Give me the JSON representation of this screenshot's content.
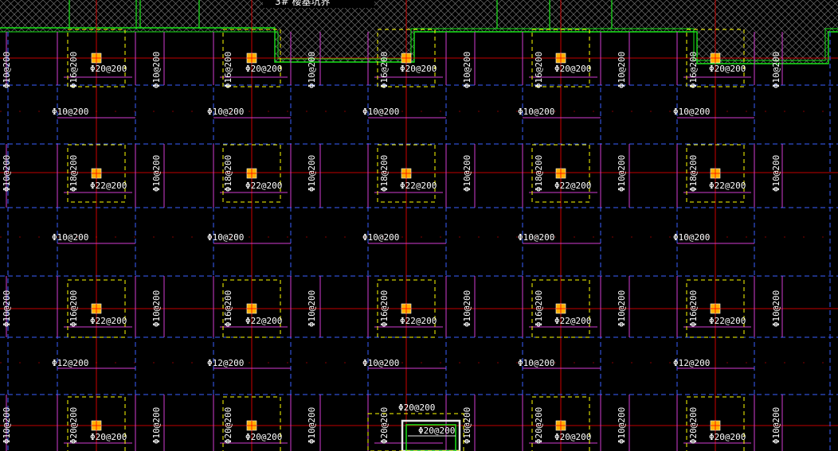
{
  "canvas": {
    "title_fragment": "3# 楼基坑界",
    "background": "#000000"
  },
  "colors": {
    "axis_red": "#ff0000",
    "dash_blue": "#3a5fff",
    "rebar_magenta": "#d23cd2",
    "dash_yellow": "#ffff00",
    "outline_green": "#19e619",
    "cap_white": "#e6e6e6",
    "column_orange": "#ffb000",
    "hatch_grey": "#6e6e6e",
    "text_white": "#ffffff"
  },
  "column_labels": [
    "Φ20@200",
    "Φ20@200",
    "Φ20@200",
    "Φ20@200",
    "Φ20@200",
    "Φ22@200",
    "Φ22@200",
    "Φ22@200",
    "Φ22@200",
    "Φ22@200",
    "Φ22@200",
    "Φ22@200",
    "Φ22@200",
    "Φ22@200",
    "Φ22@200",
    "Φ20@200",
    "Φ20@200",
    "Φ20@200",
    "Φ20@200",
    "Φ20@200",
    "Φ20@200"
  ],
  "horizontal_labels": [
    "Φ10@200",
    "Φ10@200",
    "Φ10@200",
    "Φ10@200",
    "Φ10@200",
    "Φ10@200",
    "Φ10@200",
    "Φ10@200",
    "Φ10@200",
    "Φ10@200",
    "Φ12@200",
    "Φ12@200",
    "Φ10@200",
    "Φ10@200",
    "Φ12@200"
  ],
  "vertical_labels": [
    "Φ10@200",
    "Φ16@200",
    "Φ10@200",
    "Φ16@200",
    "Φ10@200",
    "Φ16@200",
    "Φ10@200",
    "Φ16@200",
    "Φ10@200",
    "Φ16@200",
    "Φ10@200",
    "Φ10@200",
    "Φ18@200",
    "Φ10@200",
    "Φ18@200",
    "Φ10@200",
    "Φ18@200",
    "Φ10@200",
    "Φ18@200",
    "Φ10@200",
    "Φ18@200",
    "Φ10@200",
    "Φ10@200",
    "Φ16@200",
    "Φ10@200",
    "Φ16@200",
    "Φ10@200",
    "Φ16@200",
    "Φ10@200",
    "Φ16@200",
    "Φ10@200",
    "Φ16@200",
    "Φ10@200",
    "Φ10@200",
    "Φ20@200",
    "Φ10@200",
    "Φ20@200",
    "Φ10@200",
    "Φ20@200",
    "Φ10@200",
    "Φ20@200",
    "Φ10@200",
    "Φ20@200",
    "Φ10@200"
  ],
  "tag_text": "Φ20@200"
}
